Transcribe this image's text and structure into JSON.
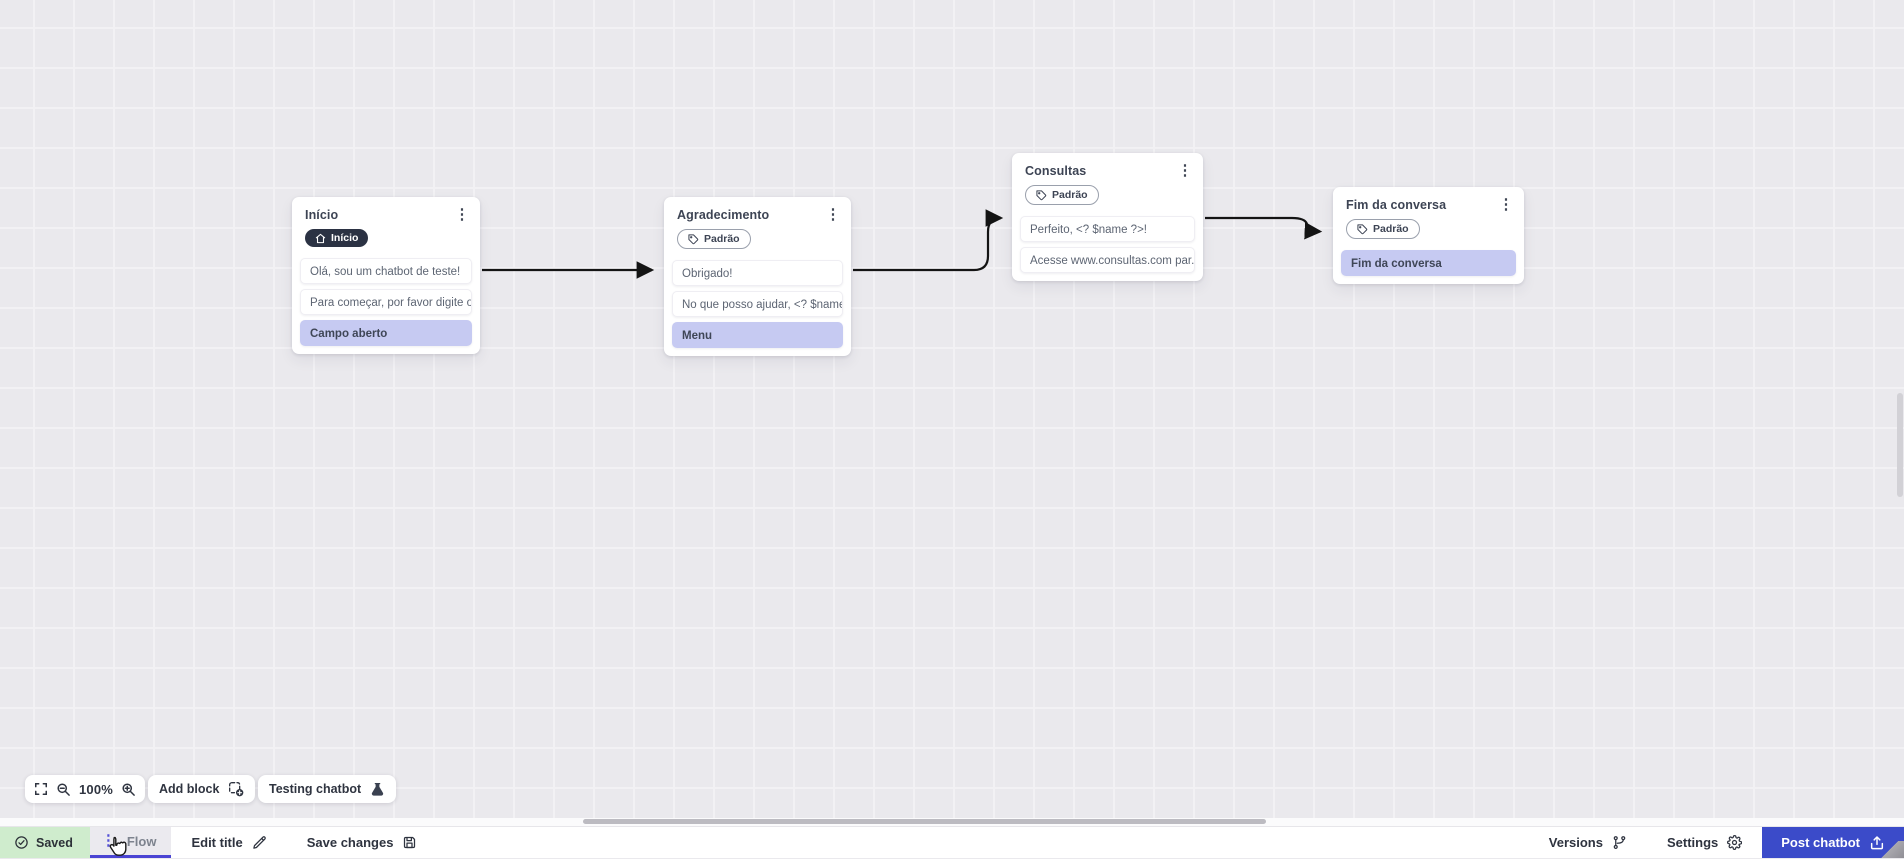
{
  "canvas": {
    "nodes": [
      {
        "title": "Início",
        "badge": {
          "label": "Início",
          "icon": "home-icon",
          "style": "dark"
        },
        "menu_icon": "kebab-menu-icon",
        "cards": [
          {
            "text": "Olá, sou um chatbot de teste!",
            "variant": "white"
          },
          {
            "text": "Para começar, por favor digite o ...",
            "variant": "white"
          },
          {
            "text": "Campo aberto",
            "variant": "purple"
          }
        ]
      },
      {
        "title": "Agradecimento",
        "badge": {
          "label": "Padrão",
          "icon": "tag-icon",
          "style": "outline"
        },
        "menu_icon": "kebab-menu-icon",
        "cards": [
          {
            "text": "Obrigado!",
            "variant": "white"
          },
          {
            "text": "No que posso ajudar, <? $name ...",
            "variant": "white"
          },
          {
            "text": "Menu",
            "variant": "purple"
          }
        ]
      },
      {
        "title": "Consultas",
        "badge": {
          "label": "Padrão",
          "icon": "tag-icon",
          "style": "outline"
        },
        "menu_icon": "kebab-menu-icon",
        "cards": [
          {
            "text": "Perfeito, <? $name ?>!",
            "variant": "white"
          },
          {
            "text": "Acesse www.consultas.com par...",
            "variant": "white"
          }
        ]
      },
      {
        "title": "Fim da conversa",
        "badge": {
          "label": "Padrão",
          "icon": "tag-icon",
          "style": "outline"
        },
        "menu_icon": "kebab-menu-icon",
        "cards": [
          {
            "text": "Fim da conversa",
            "variant": "purple"
          }
        ]
      }
    ],
    "connections": [
      {
        "from": "Início",
        "to": "Agradecimento"
      },
      {
        "from": "Agradecimento",
        "to": "Consultas"
      },
      {
        "from": "Consultas",
        "to": "Fim da conversa"
      }
    ]
  },
  "toolbar": {
    "zoom_level": "100%",
    "fullscreen_icon": "fullscreen-icon",
    "zoom_out_icon": "zoom-out-icon",
    "zoom_in_icon": "zoom-in-icon",
    "add_block_label": "Add block",
    "add_block_icon": "add-block-icon",
    "testing_label": "Testing chatbot",
    "testing_icon": "flask-icon"
  },
  "statusbar": {
    "saved_label": "Saved",
    "saved_icon": "check-circle-icon",
    "flow_label": "Flow",
    "flow_menu_icon": "kebab-menu-icon",
    "edit_title_label": "Edit title",
    "edit_title_icon": "pencil-icon",
    "save_changes_label": "Save changes",
    "save_changes_icon": "save-icon",
    "versions_label": "Versions",
    "versions_icon": "git-branch-icon",
    "settings_label": "Settings",
    "settings_icon": "gear-icon",
    "post_label": "Post chatbot",
    "post_icon": "upload-icon"
  },
  "colors": {
    "accent_indigo": "#4a44d3",
    "post_button_blue": "#3b4bc9",
    "saved_green": "#cfeccd",
    "purple_card": "#c6caf2",
    "dark_badge": "#2b3243",
    "wire_black": "#141414",
    "canvas_gray": "#eae9ed"
  }
}
